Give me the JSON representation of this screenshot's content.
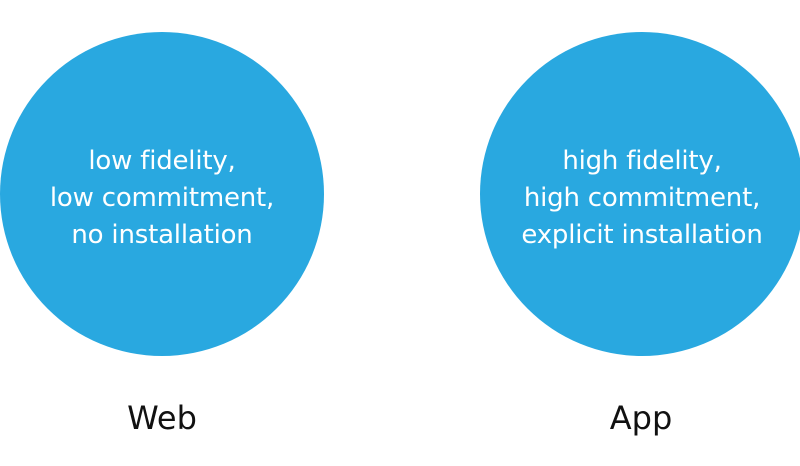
{
  "colors": {
    "circle_fill": "#29A8E0",
    "circle_text": "#FFFFFF",
    "caption_text": "#111111",
    "background": "#FFFFFF"
  },
  "web": {
    "lines": [
      "low fidelity,",
      "low commitment,",
      "no installation"
    ],
    "caption": "Web"
  },
  "app": {
    "lines": [
      "high fidelity,",
      "high commitment,",
      "explicit installation"
    ],
    "caption": "App"
  }
}
